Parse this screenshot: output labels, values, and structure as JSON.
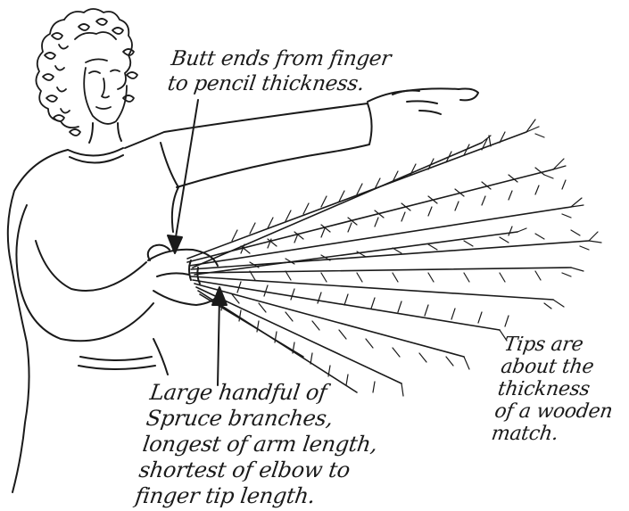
{
  "annotations": {
    "butt_ends": {
      "lines": [
        "Butt ends from finger",
        "to pencil thickness."
      ]
    },
    "handful": {
      "lines": [
        "Large handful of",
        "Spruce branches,",
        "longest of arm length,",
        "shortest of elbow  to",
        "finger tip length."
      ]
    },
    "tips": {
      "lines": [
        "Tips are",
        "about the",
        "thickness",
        "of a wooden",
        "match."
      ]
    }
  },
  "colors": {
    "ink": "#1a1a1a",
    "background": "#ffffff"
  },
  "figure": {
    "subject": "woman holding a bundle of spruce branches",
    "icons": [
      "woman-figure-icon",
      "spruce-bundle-icon",
      "arrow-icon"
    ]
  }
}
